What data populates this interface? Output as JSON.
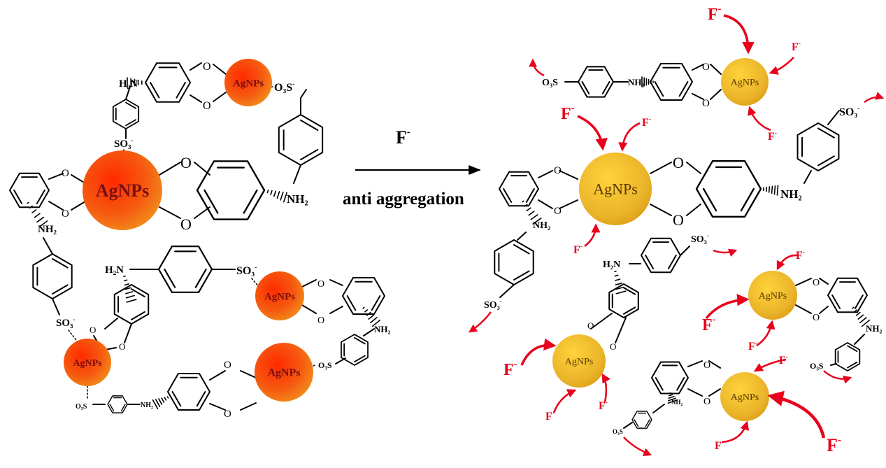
{
  "arrow": {
    "reagent": "F",
    "reagent_charge": "-",
    "process": "anti aggregation"
  },
  "labels": {
    "nanoparticle": "AgNPs",
    "amine": "H₂N",
    "amine_alt": "NH₂",
    "sulfonate": "SO₃",
    "sulfonate_charge": "-",
    "sulfonate_rev": "O₃S",
    "oxygen": "O",
    "fluoride": "F",
    "fluoride_charge": "-"
  },
  "colors": {
    "aggregated_np_inner": "#ff3a00",
    "aggregated_np_outer": "#f08a1a",
    "dispersed_np_inner": "#ffd23a",
    "dispersed_np_outer": "#d99a12",
    "fluoride": "#e8001c",
    "bond": "#000000"
  }
}
